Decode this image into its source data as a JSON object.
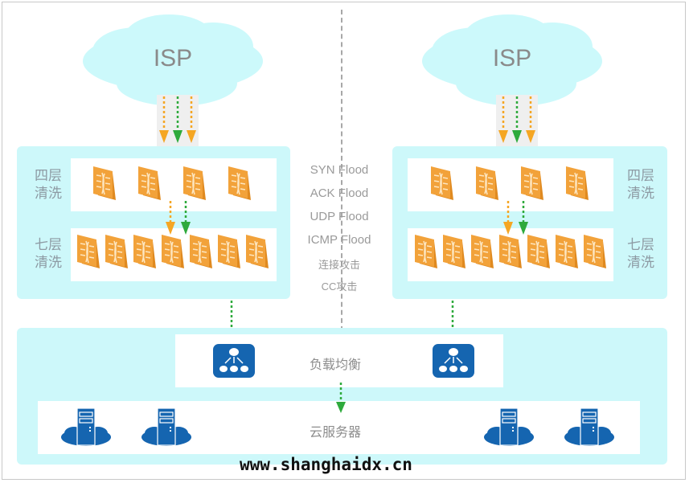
{
  "title": "DDoS 高防清洗架构示意图",
  "clouds": [
    {
      "label": "ISP"
    },
    {
      "label": "ISP"
    }
  ],
  "left_cluster": {
    "layer4_label": [
      "四层",
      "清洗"
    ],
    "layer7_label": [
      "七层",
      "清洗"
    ],
    "layer4_firewall_count": 4,
    "layer7_firewall_count": 7
  },
  "right_cluster": {
    "layer4_label": [
      "四层",
      "清洗"
    ],
    "layer7_label": [
      "七层",
      "清洗"
    ],
    "layer4_firewall_count": 4,
    "layer7_firewall_count": 7
  },
  "attack_types": [
    "SYN Flood",
    "ACK Flood",
    "UDP Flood",
    "ICMP Flood",
    "连接攻击",
    "CC攻击"
  ],
  "load_balancer": {
    "label": "负载均衡",
    "icon_count": 2
  },
  "cloud_servers": {
    "label": "云服务器",
    "icon_count": 4
  },
  "colors": {
    "panel": "#cdf8fa",
    "cloud": "#ccf9fb",
    "firewall": "#f2a23a",
    "attack_arrow": "#f5a623",
    "clean_arrow": "#2eaa3c",
    "icon_blue": "#1565b0"
  },
  "watermark": "www.shanghaidx.cn"
}
